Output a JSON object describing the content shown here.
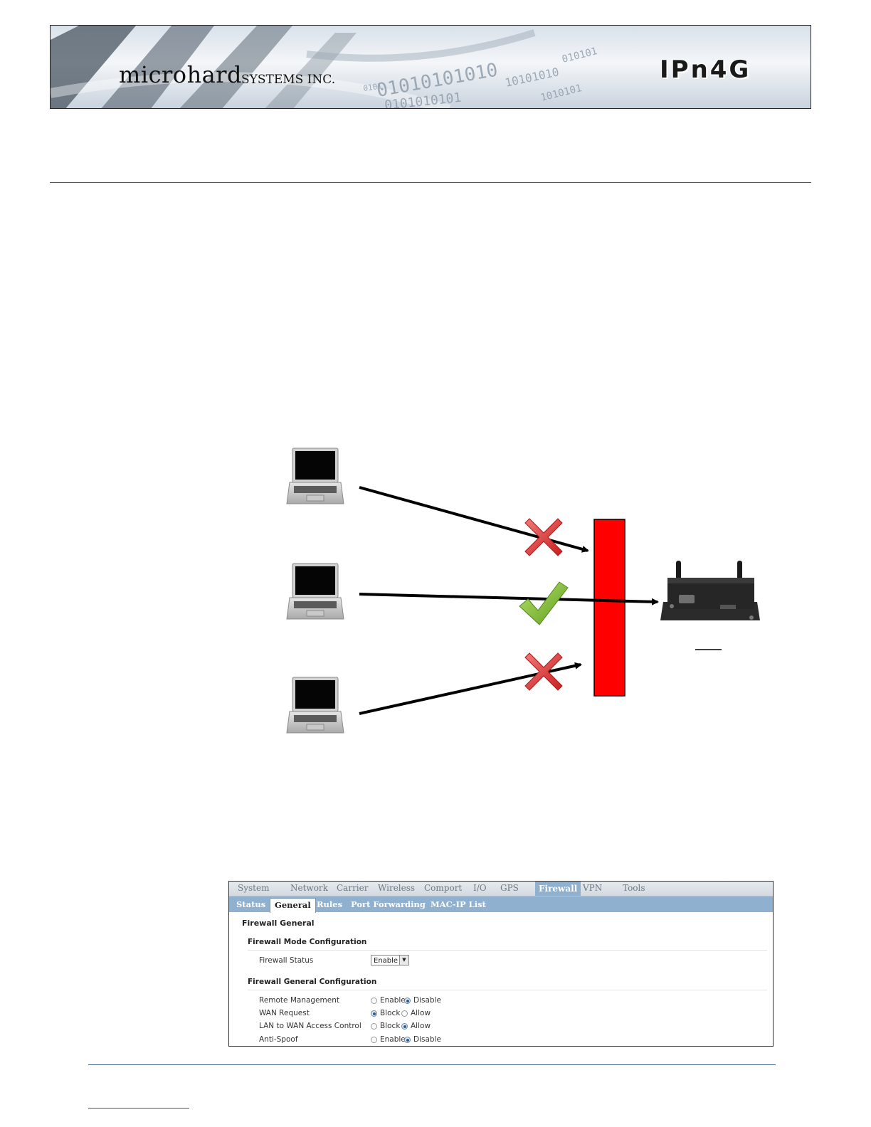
{
  "header": {
    "brand_name": "microhard",
    "brand_suffix": "SYSTEMS INC.",
    "product_name": "IPn4G",
    "binary_rows": [
      "010101",
      "01010101010",
      "10101010",
      "0101010101",
      "0101",
      "1010101"
    ]
  },
  "diagram": {
    "laptops": [
      "laptop-top",
      "laptop-middle",
      "laptop-bottom"
    ],
    "firewall_color": "#ff0000",
    "blocked_mark_color": "#e03030",
    "allowed_mark_color": "#8cc63f"
  },
  "ui": {
    "main_tabs": [
      "System",
      "Network",
      "Carrier",
      "Wireless",
      "Comport",
      "I/O",
      "GPS",
      "Firewall",
      "VPN",
      "Tools"
    ],
    "active_main_tab": "Firewall",
    "sub_tabs": [
      "Status",
      "General",
      "Rules",
      "Port Forwarding",
      "MAC-IP List"
    ],
    "active_sub_tab": "General",
    "section_title": "Firewall General",
    "mode_group_title": "Firewall Mode Configuration",
    "firewall_status_label": "Firewall Status",
    "firewall_status_value": "Enable",
    "general_group_title": "Firewall General Configuration",
    "rows": [
      {
        "label": "Remote Management",
        "opt1": "Enable",
        "opt2": "Disable",
        "selected": 2
      },
      {
        "label": "WAN Request",
        "opt1": "Block",
        "opt2": "Allow",
        "selected": 1
      },
      {
        "label": "LAN to WAN Access Control",
        "opt1": "Block",
        "opt2": "Allow",
        "selected": 2
      },
      {
        "label": "Anti-Spoof",
        "opt1": "Enable",
        "opt2": "Disable",
        "selected": 2
      }
    ]
  }
}
